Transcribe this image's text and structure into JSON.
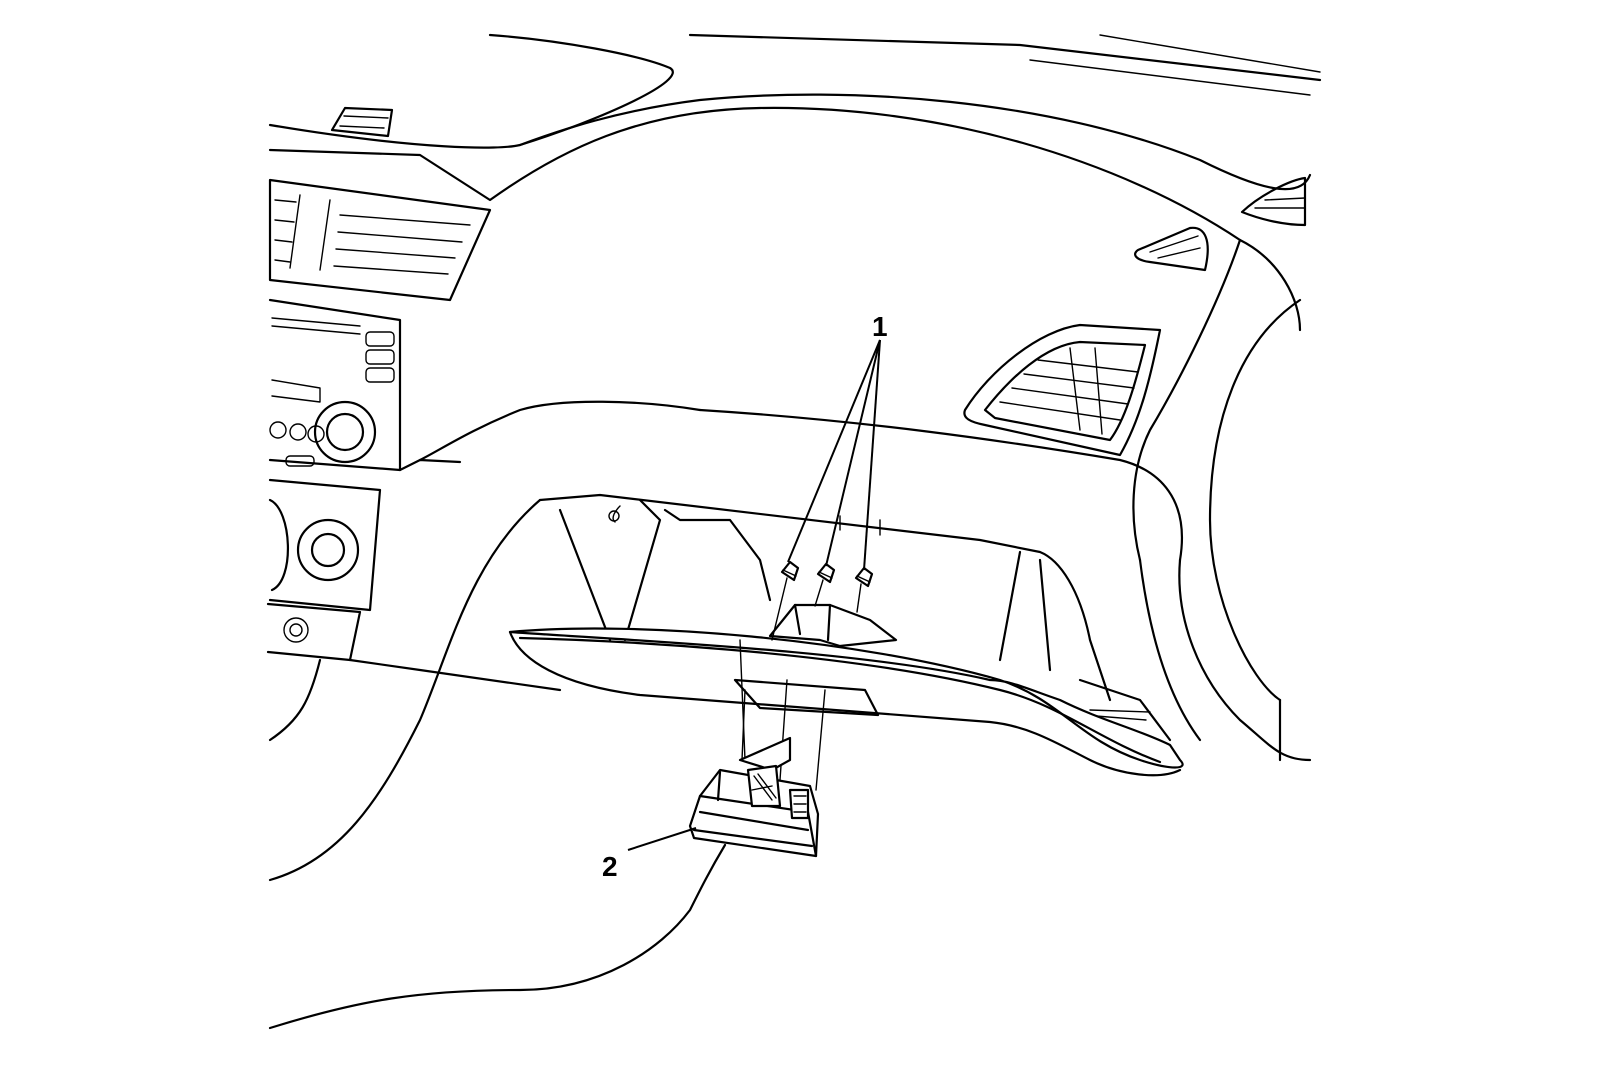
{
  "callouts": [
    {
      "id": "1",
      "label": "1"
    },
    {
      "id": "2",
      "label": "2"
    }
  ],
  "line_color": "#000000",
  "background_color": "#ffffff"
}
